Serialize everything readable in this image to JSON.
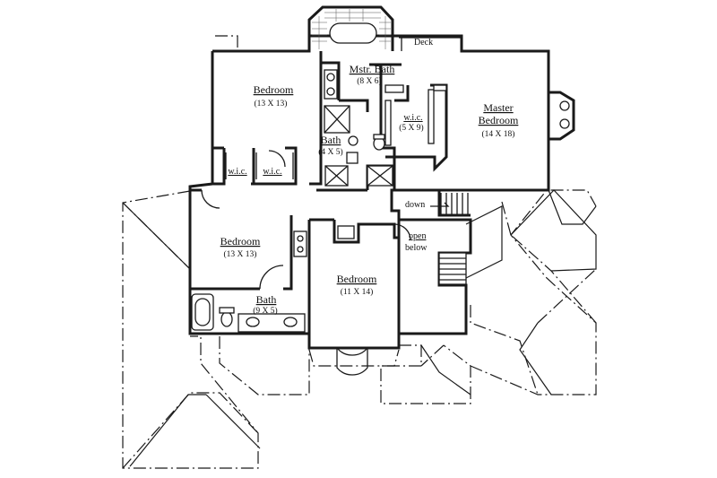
{
  "labels": {
    "deck": "Deck",
    "mstr_bath": "Mstr. Bath",
    "mstr_bath_dim": "(8 X 6)",
    "master_bedroom_1": "Master",
    "master_bedroom_2": "Bedroom",
    "master_bedroom_dim": "(14 X 18)",
    "bedroom_nw": "Bedroom",
    "bedroom_nw_dim": "(13 X 13)",
    "wic_master": "w.i.c.",
    "wic_master_dim": "(5 X 9)",
    "bath_small": "Bath",
    "bath_small_dim": "(4 X 5)",
    "wic_left": "w.i.c.",
    "wic_right": "w.i.c.",
    "down": "down",
    "open_1": "open",
    "open_2": "below",
    "bedroom_w": "Bedroom",
    "bedroom_w_dim": "(13 X 13)",
    "bedroom_c": "Bedroom",
    "bedroom_c_dim": "(11 X 14)",
    "bath_w": "Bath",
    "bath_w_dim": "(9 X 5)"
  }
}
